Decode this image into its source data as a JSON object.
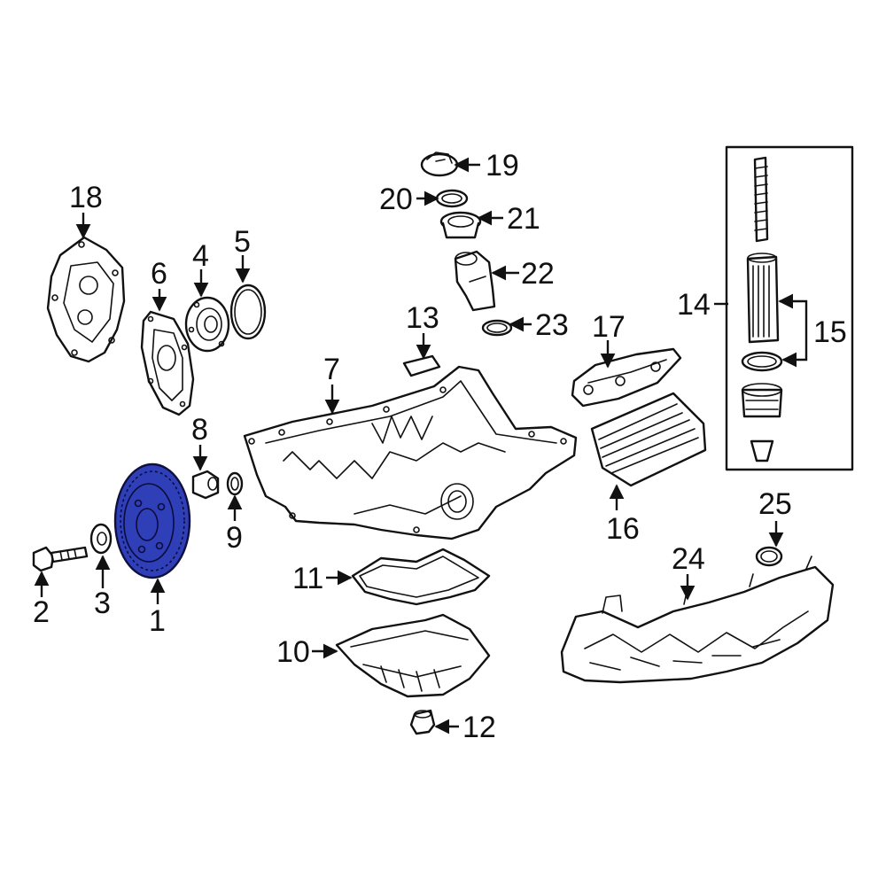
{
  "diagram": {
    "highlight_color": "#2f3fb8",
    "line_color": "#111111",
    "callouts": [
      {
        "id": "c1",
        "label": "1"
      },
      {
        "id": "c2",
        "label": "2"
      },
      {
        "id": "c3",
        "label": "3"
      },
      {
        "id": "c4",
        "label": "4"
      },
      {
        "id": "c5",
        "label": "5"
      },
      {
        "id": "c6",
        "label": "6"
      },
      {
        "id": "c7",
        "label": "7"
      },
      {
        "id": "c8",
        "label": "8"
      },
      {
        "id": "c9",
        "label": "9"
      },
      {
        "id": "c10",
        "label": "10"
      },
      {
        "id": "c11",
        "label": "11"
      },
      {
        "id": "c12",
        "label": "12"
      },
      {
        "id": "c13",
        "label": "13"
      },
      {
        "id": "c14",
        "label": "14"
      },
      {
        "id": "c15",
        "label": "15"
      },
      {
        "id": "c16",
        "label": "16"
      },
      {
        "id": "c17",
        "label": "17"
      },
      {
        "id": "c18",
        "label": "18"
      },
      {
        "id": "c19",
        "label": "19"
      },
      {
        "id": "c20",
        "label": "20"
      },
      {
        "id": "c21",
        "label": "21"
      },
      {
        "id": "c22",
        "label": "22"
      },
      {
        "id": "c23",
        "label": "23"
      },
      {
        "id": "c24",
        "label": "24"
      },
      {
        "id": "c25",
        "label": "25"
      }
    ]
  }
}
